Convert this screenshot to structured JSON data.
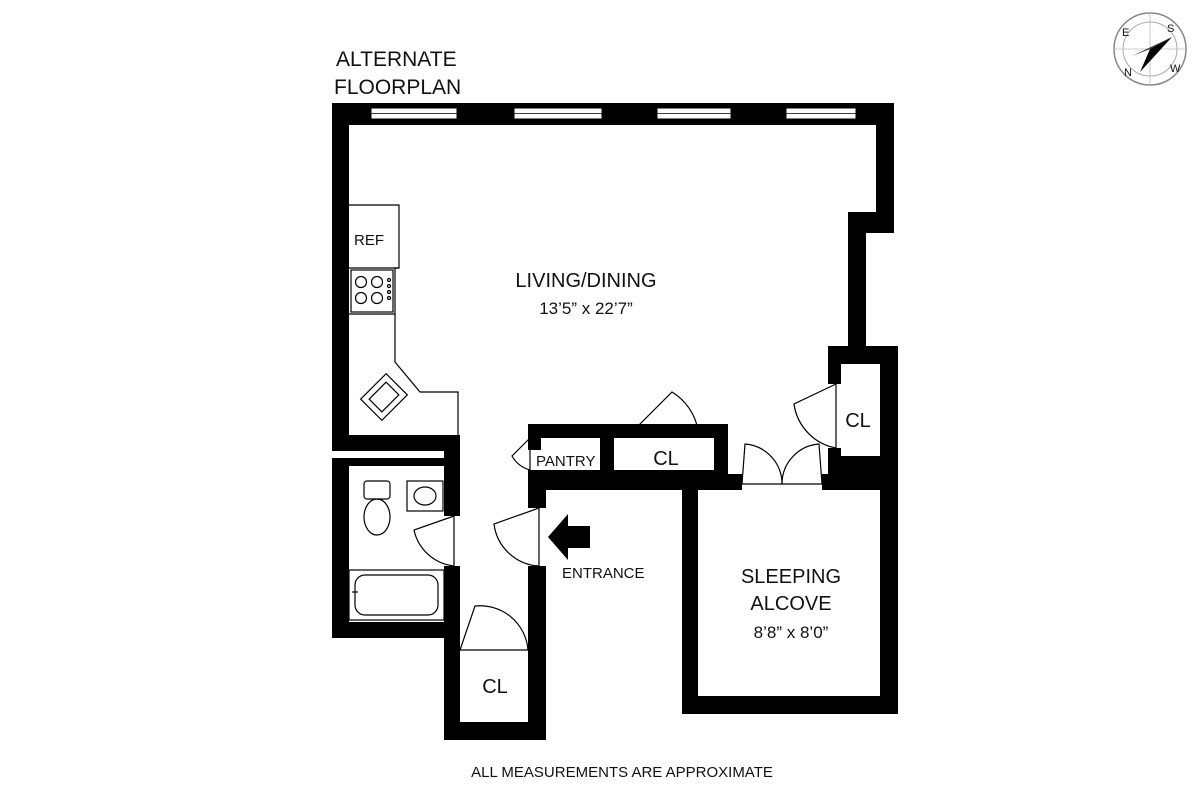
{
  "plan": {
    "title_line1": "ALTERNATE",
    "title_line2": "FLOORPLAN",
    "footer": "ALL MEASUREMENTS ARE APPROXIMATE"
  },
  "rooms": {
    "living": {
      "name": "LIVING/DINING",
      "dims": "13’5” x 22’7”"
    },
    "sleeping": {
      "name_line1": "SLEEPING",
      "name_line2": "ALCOVE",
      "dims": "8’8” x 8’0”"
    },
    "ref": "REF",
    "pantry": "PANTRY",
    "closet_center": "CL",
    "closet_right": "CL",
    "closet_bottom": "CL",
    "entrance": "ENTRANCE"
  },
  "compass": {
    "letters": [
      "S",
      "E",
      "N",
      "W"
    ]
  },
  "colors": {
    "wall": "#000000",
    "background": "#ffffff"
  }
}
